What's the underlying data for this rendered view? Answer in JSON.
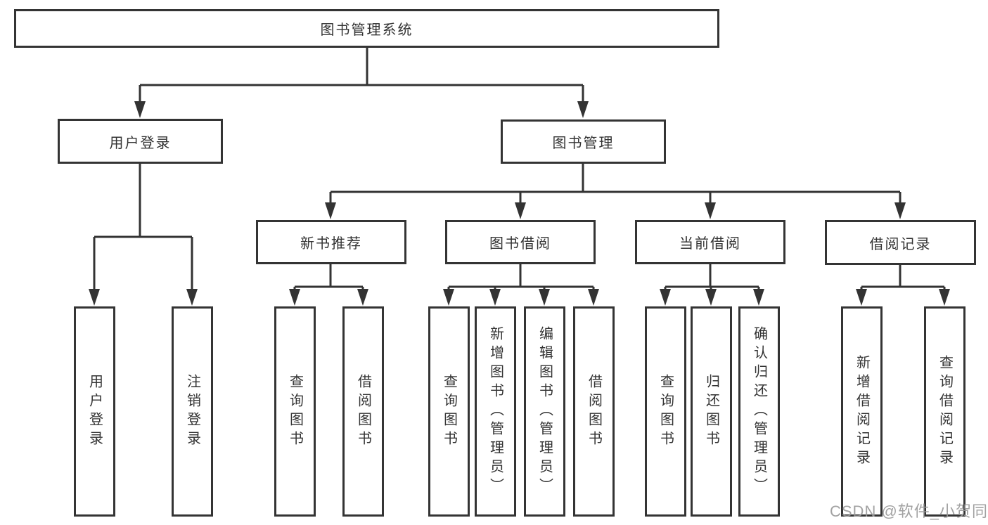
{
  "diagram": {
    "root": {
      "label": "图书管理系统"
    },
    "branches": [
      {
        "label": "用户登录",
        "children": [
          {
            "label": "用户登录"
          },
          {
            "label": "注销登录"
          }
        ]
      },
      {
        "label": "图书管理",
        "sections": [
          {
            "label": "新书推荐",
            "children": [
              {
                "label": "查询图书"
              },
              {
                "label": "借阅图书"
              }
            ]
          },
          {
            "label": "图书借阅",
            "children": [
              {
                "label": "查询图书"
              },
              {
                "label": "新增图书（管理员）"
              },
              {
                "label": "编辑图书（管理员）"
              },
              {
                "label": "借阅图书"
              }
            ]
          },
          {
            "label": "当前借阅",
            "children": [
              {
                "label": "查询图书"
              },
              {
                "label": "归还图书"
              },
              {
                "label": "确认归还（管理员）"
              }
            ]
          },
          {
            "label": "借阅记录",
            "children": [
              {
                "label": "新增借阅记录"
              },
              {
                "label": "查询借阅记录"
              }
            ]
          }
        ]
      }
    ]
  },
  "watermark": {
    "text": "CSDN @软件_小贺同学"
  },
  "colors": {
    "border": "#343434",
    "line": "#333333",
    "text": "#333333",
    "watermark": "#989898",
    "background": "#ffffff"
  }
}
